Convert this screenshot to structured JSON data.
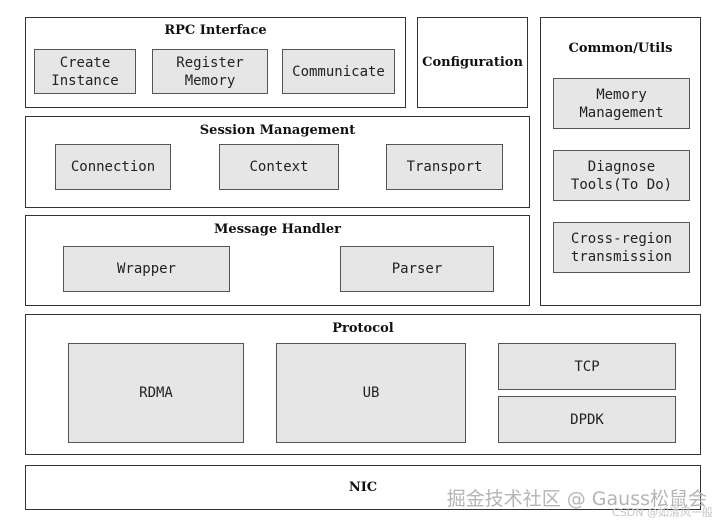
{
  "rpc_interface": {
    "title": "RPC Interface",
    "items": [
      "Create\nInstance",
      "Register\nMemory",
      "Communicate"
    ]
  },
  "configuration": {
    "title": "Configuration"
  },
  "common_utils": {
    "title": "Common/Utils",
    "items": [
      "Memory\nManagement",
      "Diagnose\nTools(To Do)",
      "Cross-region\ntransmission"
    ]
  },
  "session_management": {
    "title": "Session Management",
    "items": [
      "Connection",
      "Context",
      "Transport"
    ]
  },
  "message_handler": {
    "title": "Message Handler",
    "items": [
      "Wrapper",
      "Parser"
    ]
  },
  "protocol": {
    "title": "Protocol",
    "items": [
      "RDMA",
      "UB",
      "TCP",
      "DPDK"
    ]
  },
  "nic": {
    "title": "NIC"
  },
  "watermark": {
    "main": "掘金技术社区 @ Gauss松鼠会",
    "sub": "CSDN @如清风一般"
  }
}
